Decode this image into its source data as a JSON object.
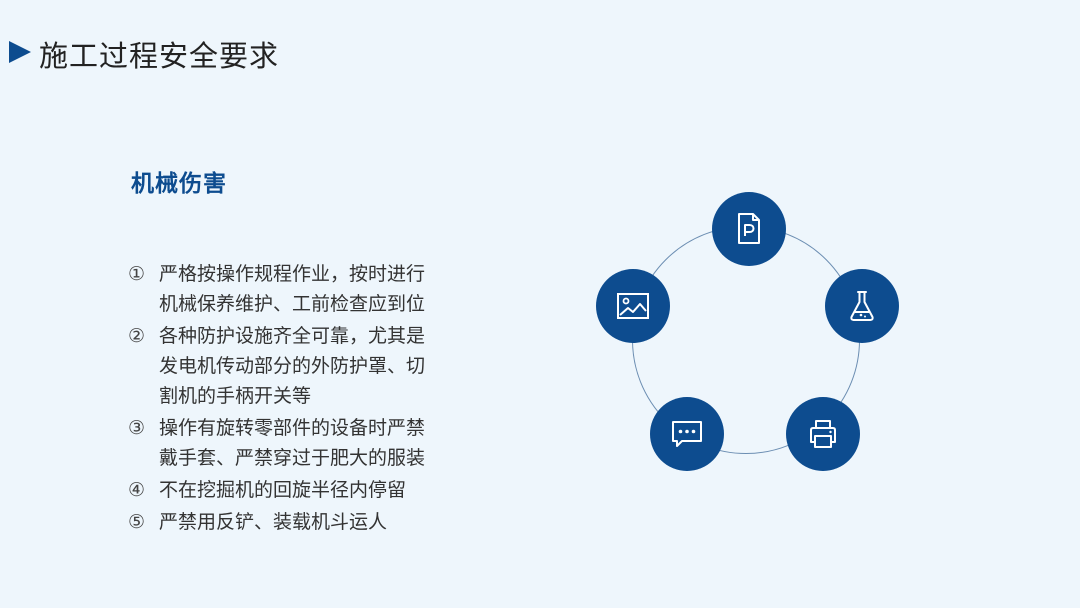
{
  "page": {
    "title": "施工过程安全要求"
  },
  "section": {
    "title": "机械伤害"
  },
  "requirements": [
    {
      "number": "①",
      "lines": [
        "严格按操作规程作业，按时进行",
        "机械保养维护、工前检查应到位"
      ]
    },
    {
      "number": "②",
      "lines": [
        "各种防护设施齐全可靠，尤其是",
        "发电机传动部分的外防护罩、切",
        "割机的手柄开关等"
      ]
    },
    {
      "number": "③",
      "lines": [
        "操作有旋转零部件的设备时严禁",
        "戴手套、严禁穿过于肥大的服装"
      ]
    },
    {
      "number": "④",
      "lines": [
        "不在挖掘机的回旋半径内停留"
      ]
    },
    {
      "number": "⑤",
      "lines": [
        "严禁用反铲、装载机斗运人"
      ]
    }
  ],
  "diagram": {
    "icons": [
      "document-p-icon",
      "flask-icon",
      "printer-icon",
      "chat-icon",
      "image-icon"
    ],
    "colors": {
      "node": "#0d4c8f",
      "ring": "#6c8eb2",
      "accent": "#0d4c8f",
      "background": "#eef6fc"
    }
  }
}
